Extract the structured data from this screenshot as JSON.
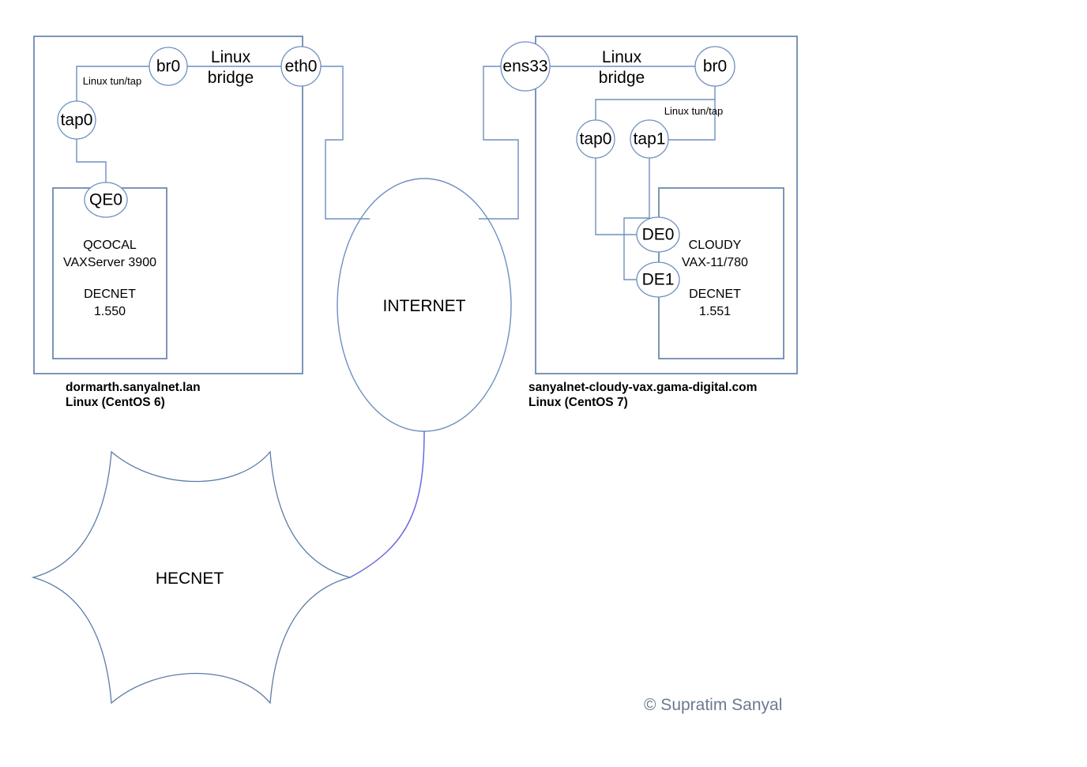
{
  "diagram": {
    "title": "HECNET DECnet over Linux bridge / tun-tap topology",
    "colors": {
      "box_stroke": "#5b7ca6",
      "node_stroke": "#6f8fc0",
      "link_stroke": "#6f8fc0",
      "wan_link_stroke": "#6a6ae0",
      "text": "#000000",
      "copyright_text": "#6b7a8f",
      "background": "#ffffff"
    }
  },
  "left_host": {
    "caption_line1": "dormarth.sanyalnet.lan",
    "caption_line2": "Linux (CentOS 6)",
    "bridge_label_line1": "Linux",
    "bridge_label_line2": "bridge",
    "tuntap_label": "Linux tun/tap",
    "nodes": {
      "bridge_iface": "br0",
      "physical_iface": "eth0",
      "tap0": "tap0"
    },
    "vax": {
      "nic": "QE0",
      "name": "QCOCAL",
      "model": "VAXServer 3900",
      "protocol": "DECNET",
      "address": "1.550"
    }
  },
  "right_host": {
    "caption_line1": "sanyalnet-cloudy-vax.gama-digital.com",
    "caption_line2": "Linux (CentOS 7)",
    "bridge_label_line1": "Linux",
    "bridge_label_line2": "bridge",
    "tuntap_label": "Linux tun/tap",
    "nodes": {
      "physical_iface": "ens33",
      "bridge_iface": "br0",
      "tap0": "tap0",
      "tap1": "tap1"
    },
    "vax": {
      "nic0": "DE0",
      "nic1": "DE1",
      "name": "CLOUDY",
      "model": "VAX-11/780",
      "protocol": "DECNET",
      "address": "1.551"
    }
  },
  "internet": {
    "label": "INTERNET"
  },
  "hecnet": {
    "label": "HECNET"
  },
  "footer": {
    "copyright": "© Supratim Sanyal"
  }
}
